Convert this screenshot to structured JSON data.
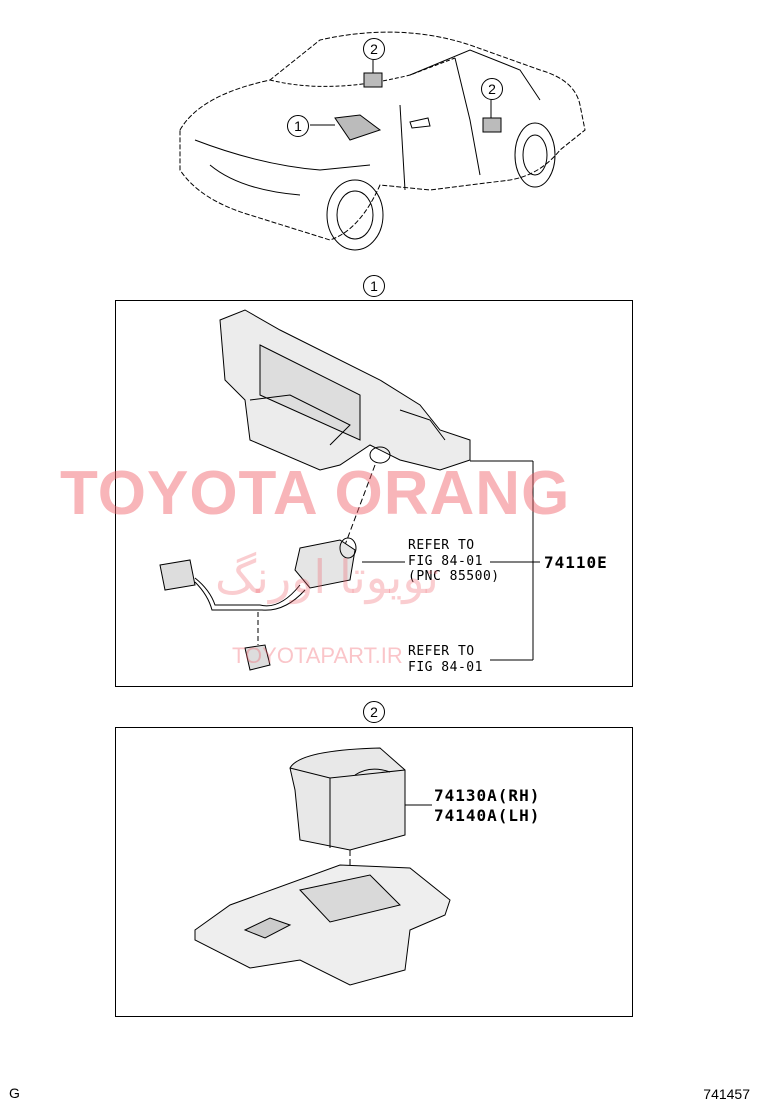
{
  "callouts": {
    "car_1": "1",
    "car_2a": "2",
    "car_2b": "2",
    "section_1": "1",
    "section_2": "2"
  },
  "section_1": {
    "refer_a_line1": "REFER TO",
    "refer_a_line2": "FIG 84-01",
    "refer_a_line3": "(PNC 85500)",
    "refer_b_line1": "REFER TO",
    "refer_b_line2": "FIG 84-01",
    "part_number": "74110E"
  },
  "section_2": {
    "part_rh": "74130A(RH)",
    "part_lh": "74140A(LH)"
  },
  "watermarks": {
    "main": "TOYOTA ORANG",
    "persian": "تویوتا اورنگ",
    "site": "TOYOTAPART.IR"
  },
  "footer": {
    "left": "G",
    "right": "741457"
  }
}
